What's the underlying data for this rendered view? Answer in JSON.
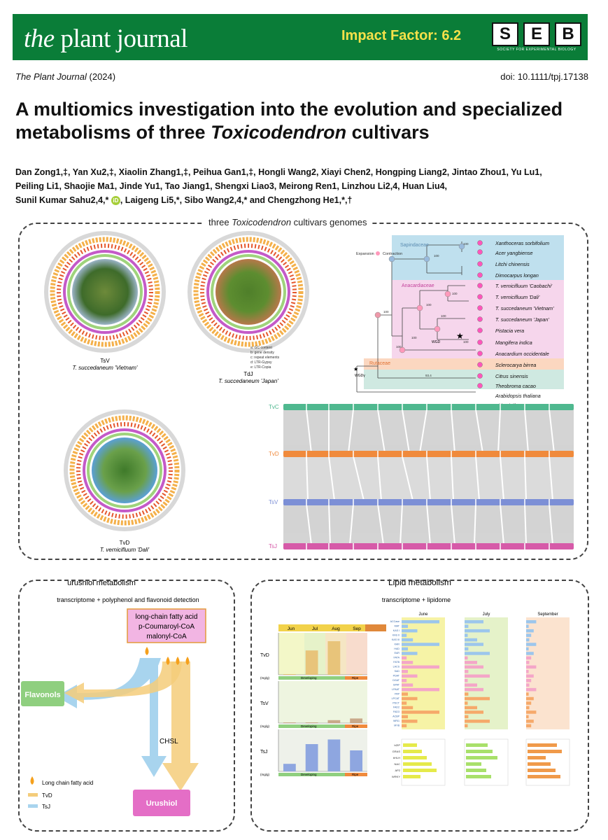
{
  "header": {
    "journal_prefix": "the",
    "journal_rest": " plant journal",
    "impact_factor": "Impact Factor: 6.2",
    "seb_letters": [
      "S",
      "E",
      "B"
    ],
    "seb_subtitle": "SOCIETY FOR EXPERIMENTAL BIOLOGY"
  },
  "citation": {
    "journal": "The Plant Journal",
    "year": " (2024)",
    "doi": "doi: 10.1111/tpj.17138"
  },
  "article": {
    "title_line1": "A multiomics investigation into the evolution and specialized",
    "title_line2_pre": "metabolisms of three ",
    "title_line2_italic": "Toxicodendron",
    "title_line2_post": " cultivars",
    "authors_line1": "Dan Zong1,‡, Yan Xu2,‡, Xiaolin Zhang1,‡, Peihua Gan1,‡, Hongli Wang2, Xiayi Chen2, Hongping Liang2, Jintao Zhou1, Yu Lu1,",
    "authors_line2": "Peiling Li1, Shaojie Ma1, Jinde Yu1, Tao Jiang1, Shengxi Liao3, Meirong Ren1, Linzhou Li2,4, Huan Liu4,",
    "authors_line3a": "Sunil Kumar Sahu2,4,*",
    "orcid": "iD",
    "authors_line3b": ", Laigeng Li5,*, Sibo Wang2,4,* and Chengzhong He1,*,†"
  },
  "genomes_panel": {
    "title_pre": "three ",
    "title_italic": "Toxicodendron",
    "title_post": " cultivars genomes",
    "circos": [
      {
        "label": "TsV",
        "species": "T. succedaneum 'Vietnam'"
      },
      {
        "label": "TdJ",
        "species": "T. succedaneum 'Japan'"
      },
      {
        "label": "TvD",
        "species": "T. vernicifluum 'Dali'"
      }
    ],
    "circos_legend": [
      "a: GC content",
      "b: gene density",
      "c: repeat elements",
      "d: LTR-Gypsy",
      "e: LTR-Copia"
    ],
    "tree": {
      "expansion": "Expansion",
      "contraction": "Contraction",
      "families": [
        "Sapindaceae",
        "Anacardiaceae",
        "Rutaceae"
      ],
      "taxa": [
        "Xanthoceras sorbifolium",
        "Acer yangbiense",
        "Litchi chinensis",
        "Dimocarpus longan",
        "T. vernicifluum 'Caobachi'",
        "T. vernicifluum 'Dali'",
        "T. succedaneum 'Vietnam'",
        "T. succedaneum 'Japan'",
        "Pistacia vera",
        "Mangifera indica",
        "Anacardium occidentale",
        "Sclerocarya birrea",
        "Citrus sinensis",
        "Theobroma cacao",
        "Arabidopsis thaliana",
        "Vitis vinifera"
      ],
      "wgd": "WGD",
      "wgd_gamma": "WGDγ",
      "bootstrap": [
        "100",
        "100",
        "100",
        "100",
        "100",
        "100",
        "100",
        "100",
        "100",
        "93.4"
      ]
    },
    "synteny": {
      "tracks": [
        "TvC",
        "TvD",
        "TsV",
        "TsJ"
      ],
      "colors": [
        "#4fb88f",
        "#f08a3c",
        "#7c8fd6",
        "#d65aa8"
      ]
    }
  },
  "urushiol_panel": {
    "title": "urushiol metabolism",
    "subtitle": "transcriptome + polyphenol and flavonoid detection",
    "precursors": [
      "long-chain fatty acid",
      "p-Coumaroyl-CoA",
      "malonyl-CoA"
    ],
    "flavonols": "Flavonols",
    "urushiol": "Urushiol",
    "enzyme": "CHSL",
    "legend": [
      "Long chain fatty acid",
      "TvD",
      "TsJ"
    ]
  },
  "lipid_panel": {
    "title": "Lipid metabolism",
    "subtitle": "transcriptome + lipidome",
    "months": [
      "Jun",
      "Jul",
      "Aug",
      "Sep"
    ],
    "rows": [
      "TvD",
      "TsV",
      "TsJ"
    ],
    "unit": "(mg/g)",
    "stages": [
      "Developing",
      "Ripe"
    ],
    "heat_months": [
      "June",
      "July",
      "September"
    ],
    "genes": [
      "ACCase",
      "MAT",
      "KAS I",
      "KAS II",
      "KAS III",
      "KAR",
      "HAD",
      "EAR",
      "FATA",
      "FATB",
      "LACS",
      "SAD",
      "PDAT",
      "DGAT",
      "GPAT",
      "LPAAT",
      "PAP",
      "LPCAT",
      "PDCT",
      "FAD2",
      "FAD3",
      "ACBP",
      "WRI1",
      "MYB"
    ],
    "tf_labels": [
      "bZIP",
      "GRAS",
      "bHLH",
      "NAC",
      "AP2",
      "WRKY"
    ]
  },
  "chart_data": {
    "type": "bar",
    "title": "",
    "categories": [
      "Jun",
      "Jul",
      "Aug",
      "Sep"
    ],
    "series": [
      {
        "name": "TvD",
        "values": [
          10,
          580,
          800,
          0
        ]
      },
      {
        "name": "TsV",
        "values": [
          5,
          10,
          70,
          110
        ]
      },
      {
        "name": "TsJ",
        "values": [
          180,
          650,
          760,
          500
        ]
      }
    ],
    "ylabel": "(mg/g)",
    "ylim": [
      0,
      1000
    ]
  }
}
